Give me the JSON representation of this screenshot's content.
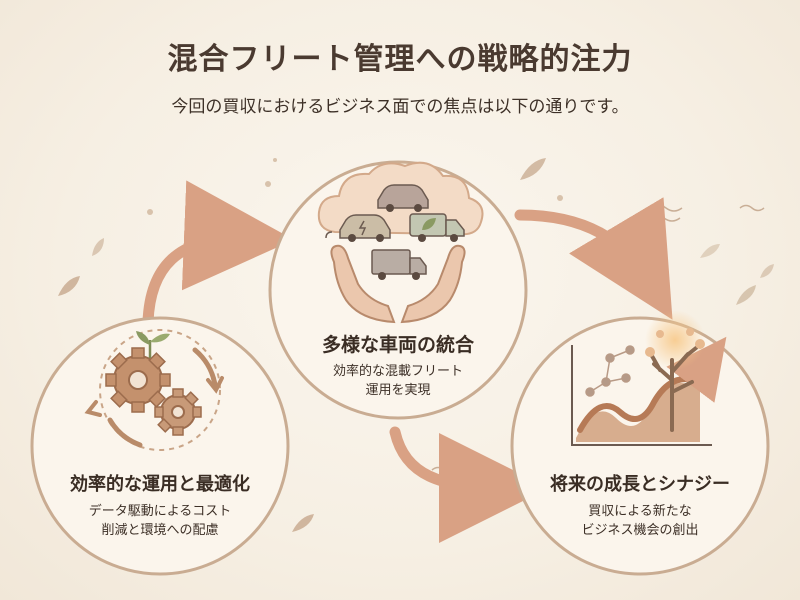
{
  "header": {
    "title": "混合フリート管理への戦略的注力",
    "subtitle": "今回の買収におけるビジネス面での焦点は以下の通りです。"
  },
  "nodes": {
    "efficiency": {
      "title": "効率的な運用と最適化",
      "desc_line1": "データ駆動によるコスト",
      "desc_line2": "削減と環境への配慮"
    },
    "diversity": {
      "title": "多様な車両の統合",
      "desc_line1": "効率的な混載フリート",
      "desc_line2": "運用を実現"
    },
    "growth": {
      "title": "将来の成長とシナジー",
      "desc_line1": "買収による新たな",
      "desc_line2": "ビジネス機会の創出"
    }
  },
  "colors": {
    "arrow": "#d9a184",
    "circle_stroke": "#c9ac92",
    "circle_fill": "#fbf5ec",
    "accent_brown": "#b9805c",
    "leaf_green": "#8a9a62"
  },
  "icons": [
    "gears-icon",
    "cycle-arrows-icon",
    "vehicles-cloud-icon",
    "open-hands-icon",
    "growth-chart-icon",
    "tree-icon",
    "network-icon"
  ]
}
